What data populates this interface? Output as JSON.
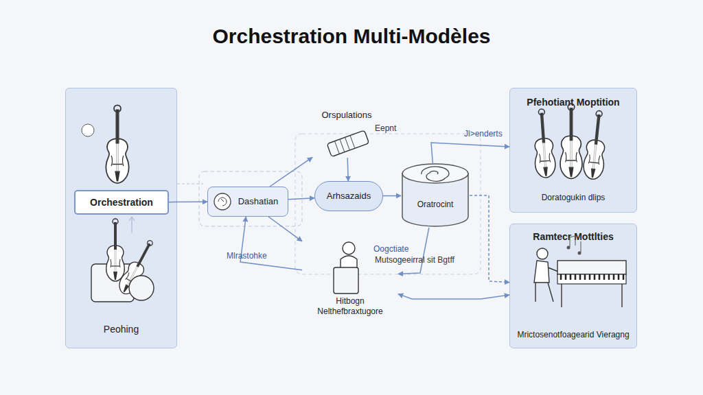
{
  "diagram": {
    "title": "Orchestration Multi-Modèles",
    "nodes": [
      {
        "text": [
          "Peohing"
        ]
      },
      {
        "text": [
          "Orchestration"
        ],
        "in": 0
      },
      {
        "text": [
          "Dashatian"
        ]
      },
      {
        "text": [
          "Arhsazaids"
        ]
      },
      {
        "text": [
          "Orspulations"
        ]
      },
      {
        "text": [
          "Oratrocint"
        ]
      },
      {
        "text": [
          "Hitbogn Nelthefbraxtugore"
        ]
      },
      {
        "text": [
          "Pfehotiant Moptition",
          "Doratogukin dlips"
        ]
      },
      {
        "text": [
          "Ramtecr Mottlties",
          "Mrictosenotfoagearid Vieragng"
        ]
      }
    ],
    "edges": [
      {
        "from": 1,
        "to": 2,
        "arrow": "to"
      },
      {
        "from": 2,
        "to": 3,
        "arrow": "to"
      },
      {
        "from": 3,
        "to": 5,
        "arrow": "to"
      },
      {
        "from": 2,
        "to": 4,
        "arrow": "to"
      },
      {
        "from": 4,
        "to": 3,
        "arrow": "to"
      },
      {
        "from": 2,
        "to": 6,
        "arrow": "to"
      },
      {
        "from": 6,
        "to": 2,
        "label": "Mlrastohke",
        "arrow": "to"
      },
      {
        "from": 5,
        "to": 7,
        "label": "Jl>enderts",
        "arrow": "to"
      },
      {
        "from": 5,
        "to": 6,
        "label": "Oogctiate",
        "arrow": "to"
      },
      {
        "from": 6,
        "to": 8,
        "arrow": "both"
      },
      {
        "from": 5,
        "to": 8,
        "arrow": "to"
      }
    ],
    "labels": [
      "Eepnt",
      "Mutsogeeirral sit Bgtff"
    ]
  }
}
